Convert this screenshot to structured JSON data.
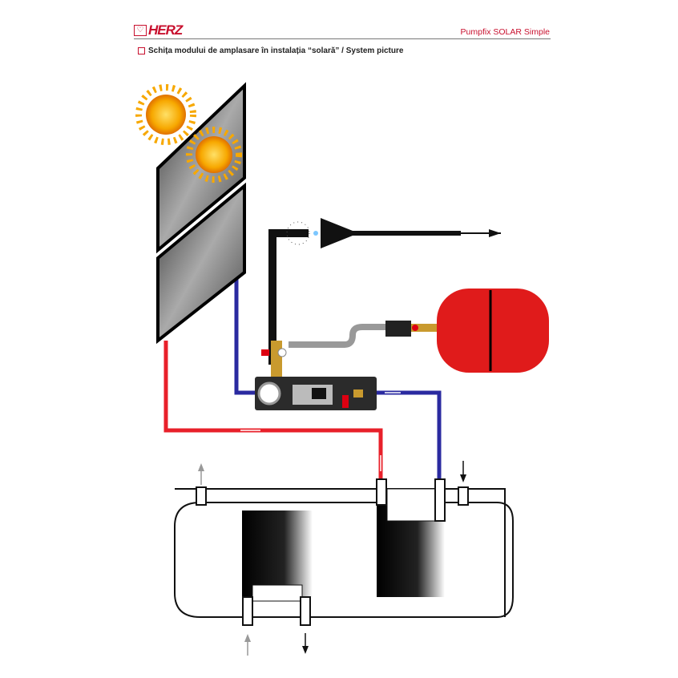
{
  "header": {
    "logo_text": "HERZ",
    "product": "Pumpfix SOLAR Simple"
  },
  "caption": "Schița modului de amplasare în instalația “solară” / System picture",
  "colors": {
    "brand": "#c8102e",
    "hot": "#e8202a",
    "cold": "#2a2aa0",
    "vessel": "#e01b1b"
  }
}
